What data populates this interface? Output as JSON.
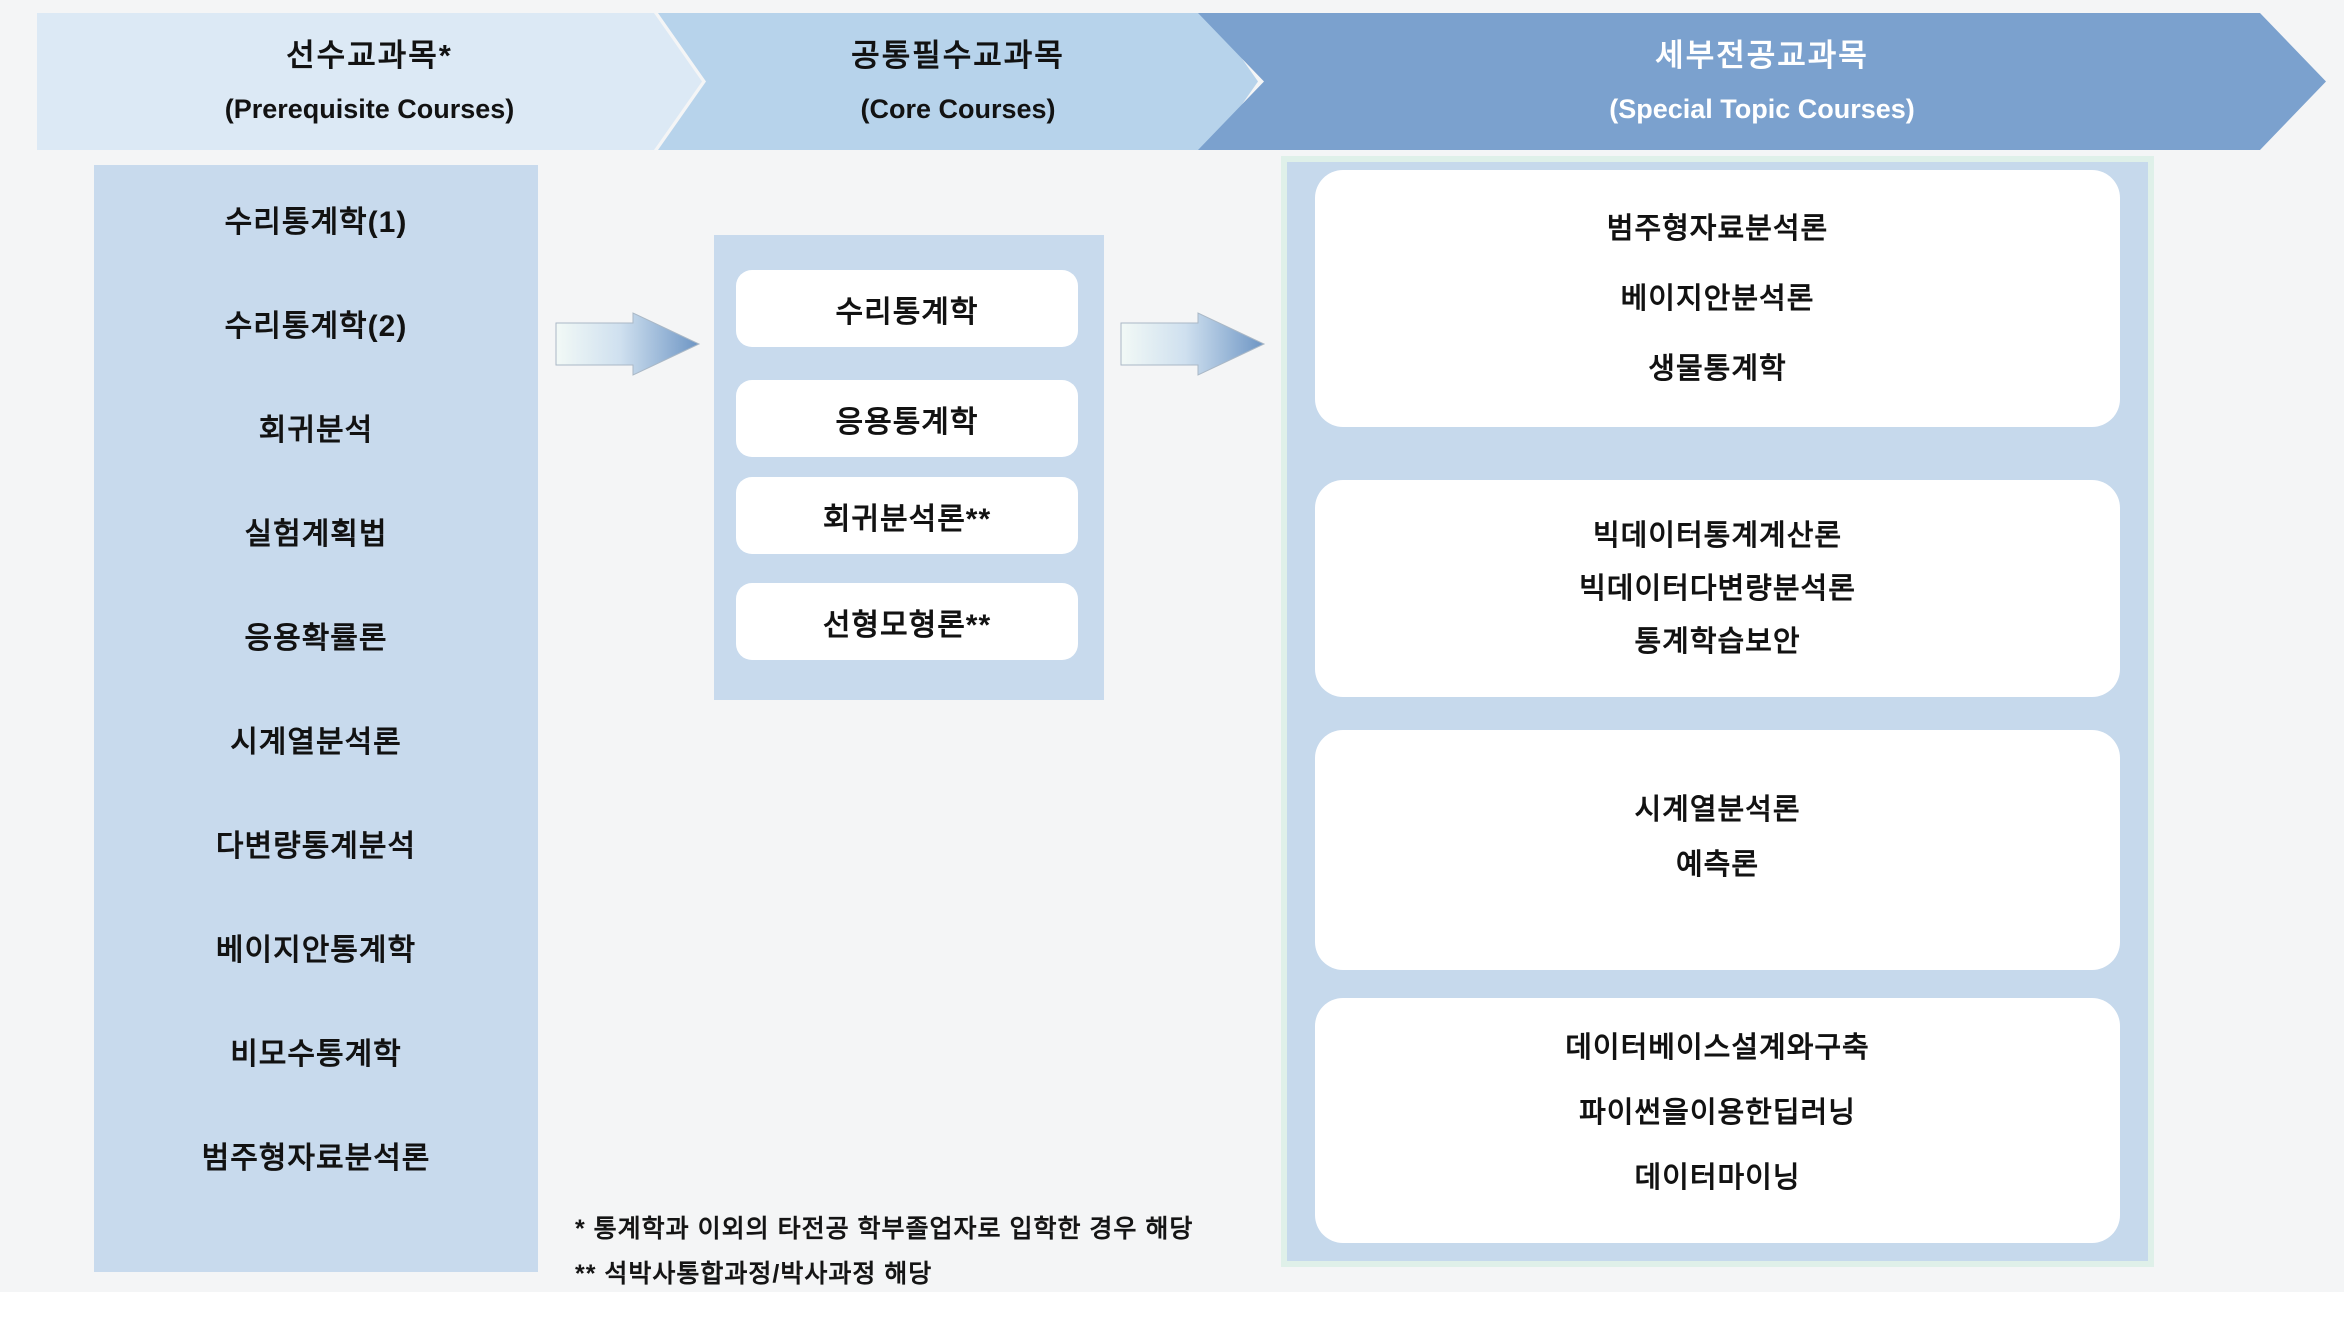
{
  "header": {
    "stages": [
      {
        "ko": "선수교과목*",
        "en": "(Prerequisite Courses)"
      },
      {
        "ko": "공통필수교과목",
        "en": "(Core Courses)"
      },
      {
        "ko": "세부전공교과목",
        "en": "(Special Topic Courses)"
      }
    ]
  },
  "prerequisite": {
    "courses": [
      "수리통계학(1)",
      "수리통계학(2)",
      "회귀분석",
      "실험계획법",
      "응용확률론",
      "시계열분석론",
      "다변량통계분석",
      "베이지안통계학",
      "비모수통계학",
      "범주형자료분석론"
    ]
  },
  "core": {
    "courses": [
      "수리통계학",
      "응용통계학",
      "회귀분석론**",
      "선형모형론**"
    ]
  },
  "special_topics": {
    "groups": [
      {
        "courses": [
          "범주형자료분석론",
          "베이지안분석론",
          "생물통계학"
        ]
      },
      {
        "courses": [
          "빅데이터통계계산론",
          "빅데이터다변량분석론",
          "통계학습보안"
        ]
      },
      {
        "courses": [
          "시계열분석론",
          "예측론"
        ]
      },
      {
        "courses": [
          "데이터베이스설계와구축",
          "파이썬을이용한딥러닝",
          "데이터마이닝"
        ]
      }
    ]
  },
  "footnotes": [
    "* 통계학과 이외의 타전공 학부졸업자로 입학한 경우 해당",
    "** 석박사통합과정/박사과정 해당"
  ],
  "colors": {
    "background": "#f4f5f6",
    "band_prerequisite": "#dce9f5",
    "band_core": "#b7d3eb",
    "band_special": "#7ba1ce",
    "panel_fill": "#c8daed",
    "right_panel_fill": "#c6d9ec",
    "right_panel_border": "#dff0e9",
    "card_fill": "#ffffff",
    "arrow_gradient_start": "#f2f9f6",
    "arrow_gradient_end": "#6d95c4",
    "text_dark": "#121212",
    "text_light": "#ffffff"
  }
}
